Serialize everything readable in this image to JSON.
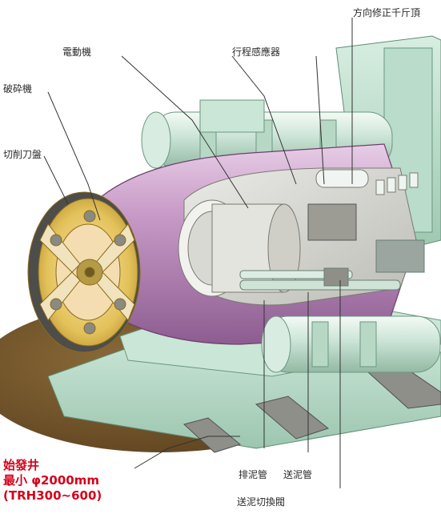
{
  "labels": {
    "direction_jack": "方向修正千斤頂",
    "motor": "電動機",
    "stroke_sensor": "行程感應器",
    "crusher": "破砕機",
    "cutter_head": "切削刀盤",
    "discharge_pipe": "排泥管",
    "feed_pipe": "送泥管",
    "switch_valve": "送泥切換閥"
  },
  "caption": {
    "line1": "始發井",
    "line2": "最小 φ2000mm",
    "line3": "(TRH300~600)"
  },
  "colors": {
    "frame_green": "#bfe0cf",
    "shell_purple": "#c79bc6",
    "cutter_gold": "#e3c15a",
    "ground_brown": "#7a5a2c",
    "caption_red": "#d4001a"
  }
}
